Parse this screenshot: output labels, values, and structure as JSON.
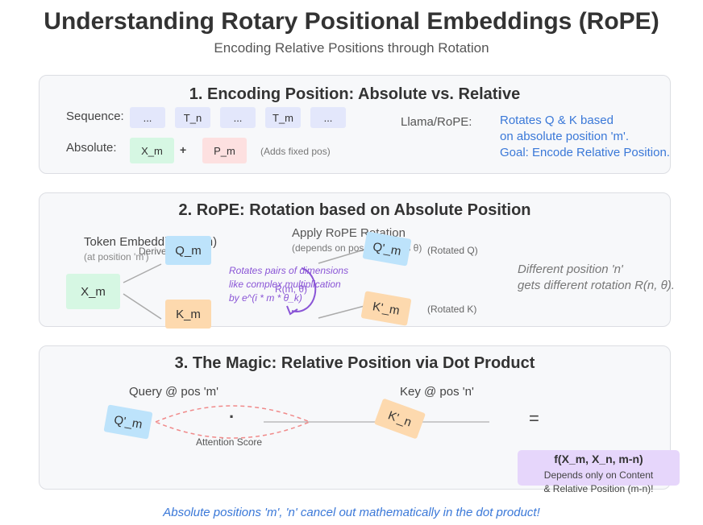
{
  "title": "Understanding Rotary Positional Embeddings (RoPE)",
  "subtitle": "Encoding Relative Positions through Rotation",
  "section1": {
    "title": "1. Encoding Position: Absolute vs. Relative",
    "sequence_label": "Sequence:",
    "sequence_tokens": [
      "...",
      "T_n",
      "...",
      "T_m",
      "..."
    ],
    "absolute_label": "Absolute:",
    "x_m": "X_m",
    "plus": "+",
    "p_m": "P_m",
    "adds_note": "(Adds fixed pos)",
    "llama_label": "Llama/RoPE:",
    "llama_lines": [
      "Rotates Q & K based",
      "on absolute position 'm'.",
      "Goal: Encode Relative Position."
    ]
  },
  "section2": {
    "title": "2. RoPE: Rotation based on Absolute Position",
    "token_embedding_label": "Token Embedding (X_m)",
    "at_position": "(at position 'm')",
    "derive": "Derive",
    "x_m": "X_m",
    "q_m": "Q_m",
    "k_m": "K_m",
    "apply_label": "Apply RoPE Rotation",
    "depends_label": "(depends on pos 'm' & dims θ)",
    "rotates_lines": [
      "Rotates pairs of dimensions",
      "like complex multiplication",
      "by e^(i * m * θ_k)"
    ],
    "r_label": "R(m, θ)",
    "q_prime": "Q'_m",
    "k_prime": "K'_m",
    "rotated_q": "(Rotated Q)",
    "rotated_k": "(Rotated K)",
    "diff_lines": [
      "Different position 'n'",
      "gets different rotation R(n, θ)."
    ],
    "colors": {
      "rotation_purple": "#8a55d6"
    }
  },
  "section3": {
    "title": "3. The Magic: Relative Position via Dot Product",
    "query_label": "Query @ pos 'm'",
    "key_label": "Key @ pos 'n'",
    "q_prime": "Q'_m",
    "k_prime": "K'_n",
    "dot": "·",
    "attention_score": "Attention Score",
    "equals": "=",
    "result_title": "f(X_m, X_n, m-n)",
    "result_lines": [
      "Depends only on Content",
      "& Relative Position (m-n)!"
    ]
  },
  "footer": "Absolute positions 'm', 'n' cancel out mathematically in the dot product!",
  "colors": {
    "accent_blue": "#3a78d8",
    "dashed_red": "#f08a8a"
  }
}
